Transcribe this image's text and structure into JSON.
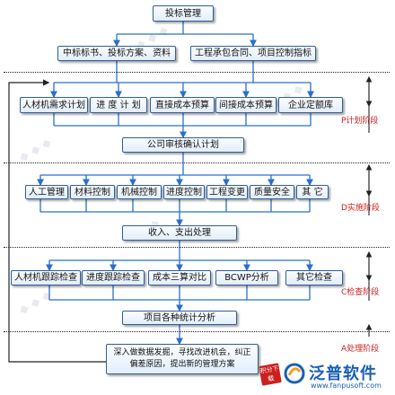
{
  "top": "投标管理",
  "level2": [
    "中标标书、投标方案、资料",
    "工程承包合同、项目控制指标"
  ],
  "plan_items": [
    "人材机需求计划",
    "进 度 计 划",
    "直接成本预算",
    "间接成本预算",
    "企业定额库"
  ],
  "plan_confirm": "公司审核确认计划",
  "impl_items": [
    "人工管理",
    "材料控制",
    "机械控制",
    "进度控制",
    "工程变更",
    "质量安全",
    "其 它"
  ],
  "income": "收入、支出处理",
  "check_items": [
    "人材机跟踪检查",
    "进度跟踪检查",
    "成本三算对比",
    "BCWP分析",
    "其它检查"
  ],
  "stats": "项目各种统计分析",
  "final": "深入做数据发掘，寻找改进机会，纠正偏差原因，提出新的管理方案",
  "phases": {
    "p": "P计划阶段",
    "d": "D实施阶段",
    "c": "C检查阶段",
    "a": "A处理阶段"
  },
  "logo": {
    "brand": "泛普软件",
    "site": "www.fanpusoft.com",
    "badge": "积分下载",
    "brand_color": "#1a5fb4",
    "badge_color": "#cc1f1f"
  }
}
